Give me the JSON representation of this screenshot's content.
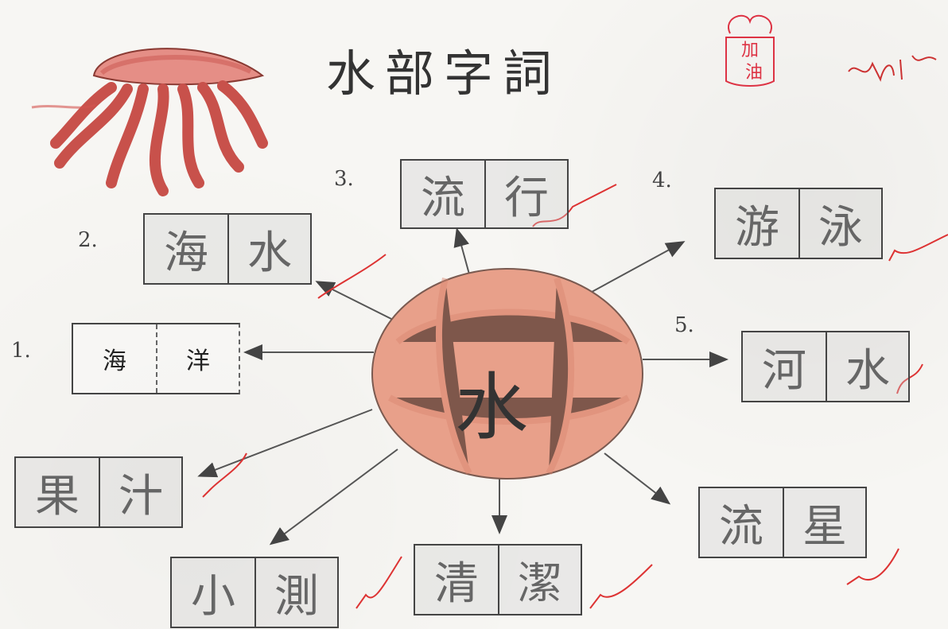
{
  "title": "水部字詞",
  "center": "水",
  "stamp_text": [
    "加",
    "油"
  ],
  "items": [
    {
      "num": "1.",
      "chars": [
        "海",
        "洋"
      ]
    },
    {
      "num": "2.",
      "chars": [
        "海",
        "水"
      ]
    },
    {
      "num": "3.",
      "chars": [
        "流",
        "行"
      ]
    },
    {
      "num": "4.",
      "chars": [
        "游",
        "泳"
      ]
    },
    {
      "num": "5.",
      "chars": [
        "河",
        "水"
      ]
    },
    {
      "num": "",
      "chars": [
        "果",
        "汁"
      ]
    },
    {
      "num": "",
      "chars": [
        "小",
        "測"
      ]
    },
    {
      "num": "",
      "chars": [
        "清",
        "潔"
      ]
    },
    {
      "num": "",
      "chars": [
        "流",
        "星"
      ]
    }
  ],
  "colors": {
    "circle_fill": "#e8a08a",
    "jelly": "#d9615a",
    "check": "#d33",
    "stamp": "#d34"
  }
}
